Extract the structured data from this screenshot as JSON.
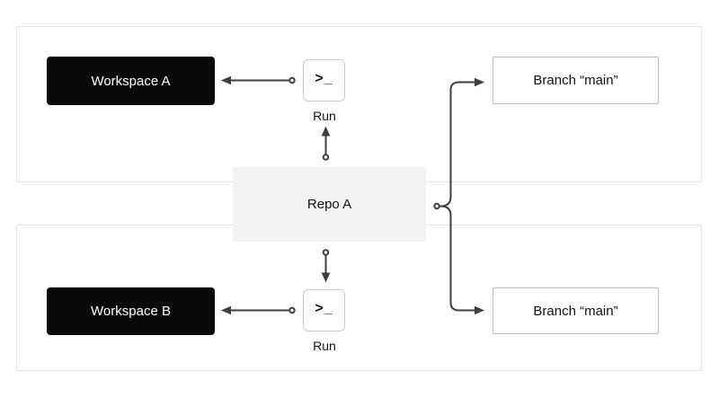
{
  "diagram": {
    "top": {
      "workspace_label": "Workspace A",
      "terminal_glyph": ">_",
      "run_label": "Run",
      "branch_label": "Branch “main”"
    },
    "center": {
      "repo_label": "Repo A"
    },
    "bottom": {
      "workspace_label": "Workspace B",
      "terminal_glyph": ">_",
      "run_label": "Run",
      "branch_label": "Branch “main”"
    }
  },
  "colors": {
    "background": "#ffffff",
    "section_border": "#e3e3e3",
    "workspace_bg": "#0a0a0a",
    "workspace_text": "#ffffff",
    "repo_bg": "#f2f2f2",
    "branch_border": "#bdbdbd",
    "terminal_border": "#cccccc",
    "arrow": "#3f3f3f",
    "text": "#111111"
  }
}
